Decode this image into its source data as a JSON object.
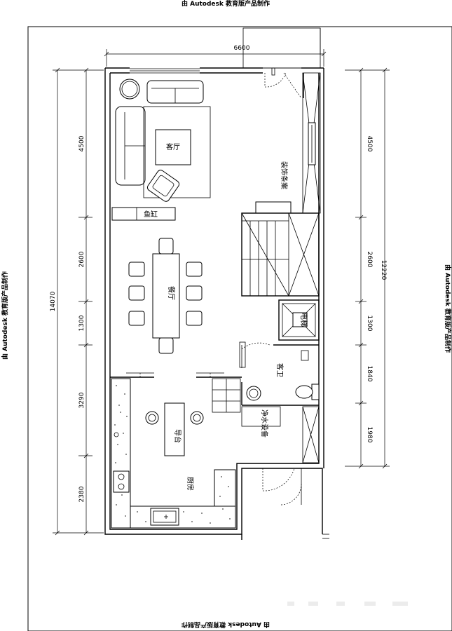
{
  "watermark": {
    "top": "由 Autodesk 教育版产品制作",
    "bottom": "由 Autodesk 教育版产品制作",
    "left": "由 Autodesk 教育版产品制作",
    "right": "由 Autodesk 教育版产品制作"
  },
  "dimensions": {
    "top_width": "6600",
    "left_total": "14070",
    "right_total": "12220",
    "left": [
      "4500",
      "2600",
      "1300",
      "3290",
      "2380"
    ],
    "right": [
      "4500",
      "2600",
      "1300",
      "1840",
      "1980"
    ]
  },
  "rooms": {
    "living_room": "客厅",
    "aquarium": "鱼缸",
    "decor_cabinet": "装饰条案",
    "dining_room": "餐厅",
    "elevator": "电梯",
    "guest_bath": "客卫",
    "water_purifier": "净水设备",
    "island": "导台",
    "kitchen": "厨房"
  }
}
